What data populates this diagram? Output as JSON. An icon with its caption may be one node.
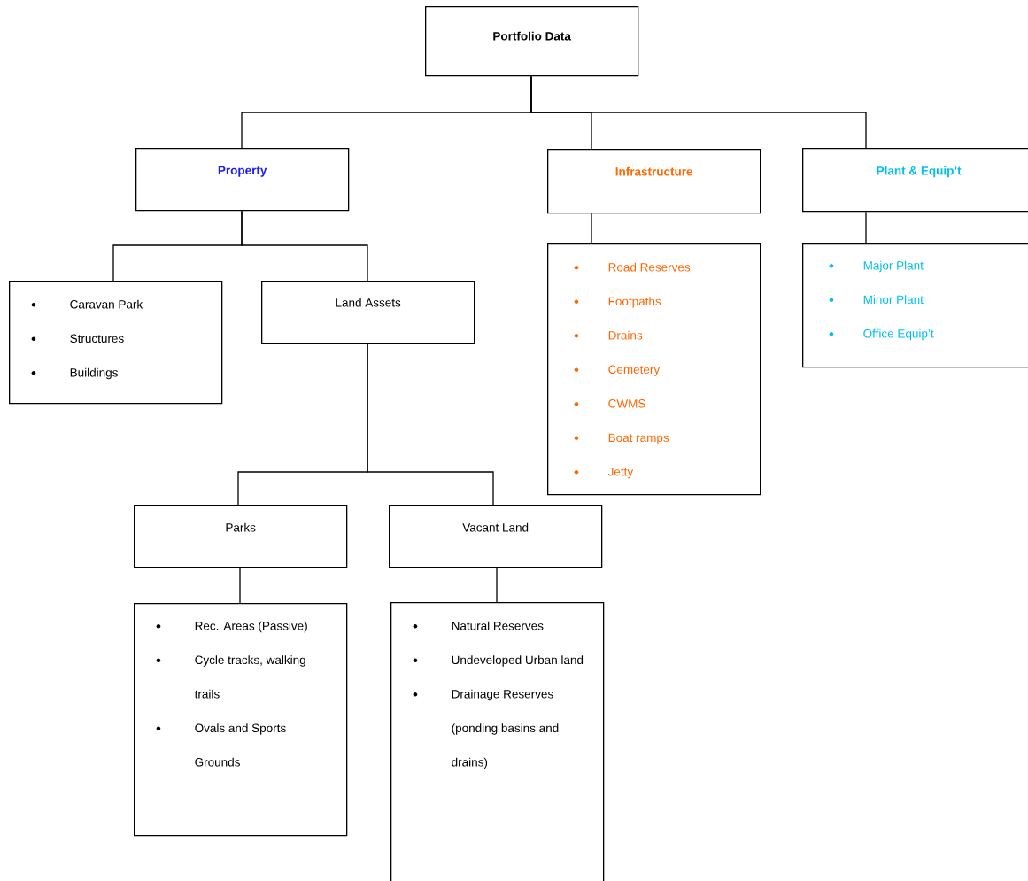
{
  "diagram": {
    "nodes": [
      {
        "text": [
          "Portfolio Data"
        ]
      },
      {
        "text": [
          "Property"
        ]
      },
      {
        "text": [
          "Infrastructure"
        ]
      },
      {
        "text": [
          "Plant & Equip’t"
        ]
      },
      {
        "text": [
          "Caravan Park",
          "Structures",
          "Buildings"
        ]
      },
      {
        "text": [
          "Land Assets"
        ]
      },
      {
        "text": [
          "Road Reserves",
          "Footpaths",
          "Drains",
          "Cemetery",
          "CWMS",
          "Boat ramps",
          "Jetty"
        ]
      },
      {
        "text": [
          "Major Plant",
          "Minor Plant",
          "Office Equip’t"
        ]
      },
      {
        "text": [
          "Parks"
        ]
      },
      {
        "text": [
          "Vacant Land"
        ]
      },
      {
        "text": [
          "Rec. Areas (Passive)",
          "Cycle tracks, walking trails",
          "Ovals and Sports Grounds"
        ]
      },
      {
        "text": [
          "Natural Reserves",
          "Undeveloped Urban land",
          "Drainage Reserves (ponding basins and drains)"
        ]
      }
    ],
    "edges": [
      {
        "from": 0,
        "to": 1,
        "arrow": "none"
      },
      {
        "from": 0,
        "to": 2,
        "arrow": "none"
      },
      {
        "from": 0,
        "to": 3,
        "arrow": "none"
      },
      {
        "from": 1,
        "to": 4,
        "arrow": "none"
      },
      {
        "from": 1,
        "to": 5,
        "arrow": "none"
      },
      {
        "from": 2,
        "to": 6,
        "arrow": "none"
      },
      {
        "from": 3,
        "to": 7,
        "arrow": "none"
      },
      {
        "from": 5,
        "to": 8,
        "arrow": "none"
      },
      {
        "from": 5,
        "to": 9,
        "arrow": "none"
      },
      {
        "from": 8,
        "to": 10,
        "arrow": "none"
      },
      {
        "from": 9,
        "to": 11,
        "arrow": "none"
      }
    ]
  }
}
